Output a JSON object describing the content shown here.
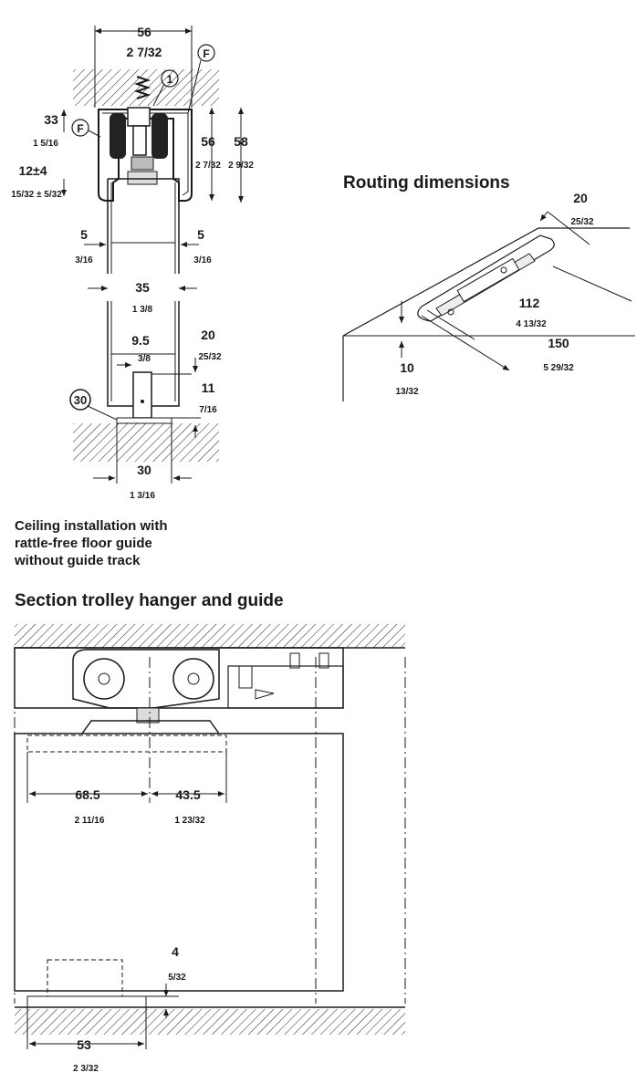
{
  "top_section": {
    "width_mm": "56",
    "width_in": "2 7/32",
    "callout_f_top": "F",
    "callout_1": "1",
    "h33_mm": "33",
    "h33_in": "1 5/16",
    "callout_f_left": "F",
    "gap_mm": "12±4",
    "gap_in": "15/32 ± 5/32",
    "h56_mm": "56",
    "h56_in": "2 7/32",
    "h58_mm": "58",
    "h58_in": "2 9/32",
    "left5_mm": "5",
    "left5_in": "3/16",
    "right5_mm": "5",
    "right5_in": "3/16",
    "w35_mm": "35",
    "w35_in": "1 3/8",
    "w9_5_mm": "9.5",
    "w9_5_in": "3/8",
    "h20_mm": "20",
    "h20_in": "25/32",
    "h11_mm": "11",
    "h11_in": "7/16",
    "callout_30": "30",
    "w30_mm": "30",
    "w30_in": "1 3/16",
    "caption": [
      "Ceiling installation with",
      "rattle-free floor guide",
      "without guide track"
    ]
  },
  "routing": {
    "title": "Routing dimensions",
    "d20_mm": "20",
    "d20_in": "25/32",
    "d112_mm": "112",
    "d112_in": "4 13/32",
    "d150_mm": "150",
    "d150_in": "5 29/32",
    "d10_mm": "10",
    "d10_in": "13/32"
  },
  "section": {
    "title": "Section trolley hanger and guide",
    "d68_5_mm": "68.5",
    "d68_5_in": "2 11/16",
    "d43_5_mm": "43.5",
    "d43_5_in": "1 23/32",
    "d4_mm": "4",
    "d4_in": "5/32",
    "d53_mm": "53",
    "d53_in": "2 3/32"
  }
}
